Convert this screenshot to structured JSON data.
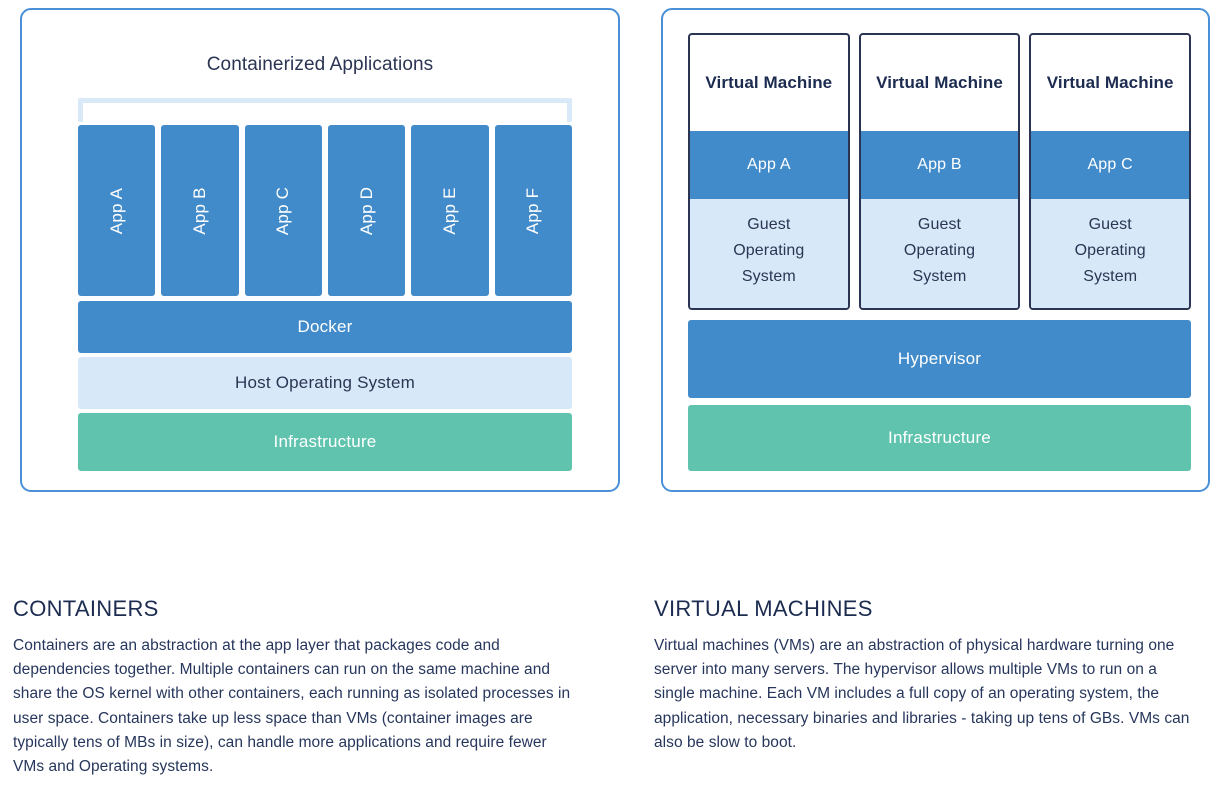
{
  "diagram": {
    "containers_panel": {
      "title": "Containerized Applications",
      "bracket_name": "apps-grouping-bracket",
      "apps": [
        {
          "label": "App A"
        },
        {
          "label": "App B"
        },
        {
          "label": "App C"
        },
        {
          "label": "App D"
        },
        {
          "label": "App E"
        },
        {
          "label": "App F"
        }
      ],
      "layers": [
        {
          "label": "Docker",
          "color": "#428bca"
        },
        {
          "label": "Host Operating System",
          "color": "#d7e9f8"
        },
        {
          "label": "Infrastructure",
          "color": "#5fc3ad"
        }
      ]
    },
    "vm_panel": {
      "machines": [
        {
          "title": "Virtual Machine",
          "app": "App A",
          "guest_os": "Guest\nOperating\nSystem"
        },
        {
          "title": "Virtual Machine",
          "app": "App B",
          "guest_os": "Guest\nOperating\nSystem"
        },
        {
          "title": "Virtual Machine",
          "app": "App C",
          "guest_os": "Guest\nOperating\nSystem"
        }
      ],
      "layers": [
        {
          "label": "Hypervisor",
          "color": "#428bca"
        },
        {
          "label": "Infrastructure",
          "color": "#5fc3ad"
        }
      ]
    }
  },
  "text_sections": {
    "containers": {
      "heading": "CONTAINERS",
      "body": "Containers are an abstraction at the app layer that packages code and dependencies together. Multiple containers can run on the same machine and share the OS kernel with other containers, each running as isolated processes in user space. Containers take up less space than VMs (container images are typically tens of MBs in size), can handle more applications and require fewer VMs and Operating systems."
    },
    "virtual_machines": {
      "heading": "VIRTUAL MACHINES",
      "body": "Virtual machines (VMs) are an abstraction of physical hardware turning one server into many servers. The hypervisor allows multiple VMs to run on a single machine. Each VM includes a full copy of an operating system, the application, necessary binaries and libraries - taking up tens of GBs. VMs can also be slow to boot."
    }
  },
  "colors": {
    "panel_border": "#4a90d9",
    "accent_blue": "#428bca",
    "light_blue": "#d7e9f8",
    "bracket_blue": "#d9e9f8",
    "green": "#5fc3ad",
    "navy_text": "#1c2b50",
    "vm_border": "#2b3553",
    "background": "#ffffff"
  }
}
